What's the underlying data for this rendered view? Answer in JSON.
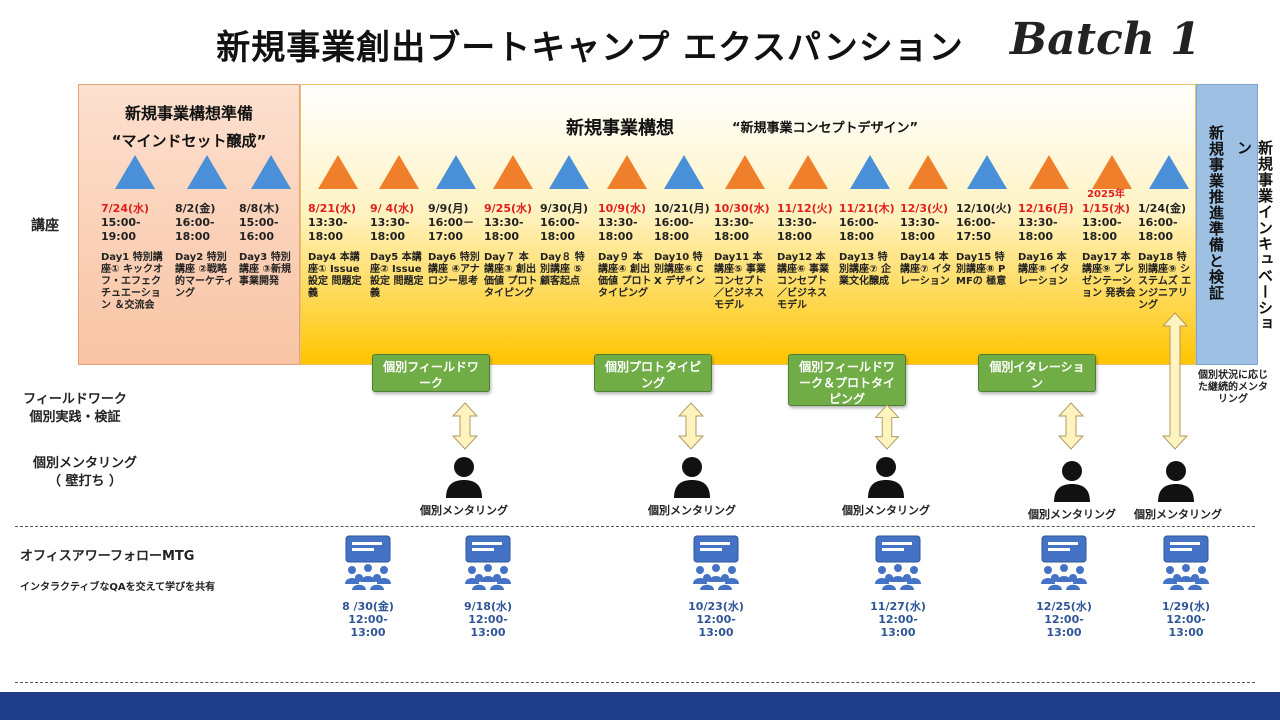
{
  "title": "新規事業創出ブートキャンプ エクスパンション",
  "batch": "Batch 1",
  "colors": {
    "blue_triangle": "#4a90d9",
    "orange_triangle": "#ef7f2a",
    "green_box": "#70ad47",
    "footer": "#1f3c88",
    "red_date": "#e0201c",
    "mtg_blue": "#2f5597"
  },
  "prep": {
    "title": "新規事業構想準備",
    "subtitle": "“マインドセット醸成”"
  },
  "main": {
    "title": "新規事業構想",
    "subtitle": "“新規事業コンセプトデザイン”"
  },
  "incubation": {
    "col1": "新規事業インキュベーション",
    "col2": "新規事業推進準備と検証"
  },
  "left": {
    "course": "講座",
    "fieldwork_1": "フィールドワーク",
    "fieldwork_2": "個別実践・検証",
    "mentoring_1": "個別メンタリング",
    "mentoring_2": "（ 壁打ち ）",
    "office_1": "オフィスアワーフォローMTG",
    "office_2": "インタラクティブなQAを交えて学びを共有"
  },
  "sessions": [
    {
      "color": "blue",
      "date": "7/24(水)",
      "red": true,
      "time1": "15:00-",
      "time2": "19:00",
      "desc": "Day1 特別講座① キックオフ・エフェクチュエーション ＆交流会"
    },
    {
      "color": "blue",
      "date": "8/2(金)",
      "red": false,
      "time1": "16:00-",
      "time2": "18:00",
      "desc": "Day2 特別講座 ②戦略的マーケティング"
    },
    {
      "color": "blue",
      "date": "8/8(木)",
      "red": false,
      "time1": "15:00-",
      "time2": "16:00",
      "desc": "Day3 特別講座 ③新規事業開発"
    },
    {
      "color": "orange",
      "date": "8/21(水)",
      "red": true,
      "time1": "13:30-",
      "time2": "18:00",
      "desc": "Day4 本講座① Issue設定 問題定義"
    },
    {
      "color": "orange",
      "date": "9/ 4(水)",
      "red": true,
      "time1": "13:30-",
      "time2": "18:00",
      "desc": "Day5 本講座② Issue設定 問題定義"
    },
    {
      "color": "blue",
      "date": "9/9(月)",
      "red": false,
      "time1": "16:00－",
      "time2": "17:00",
      "desc": "Day6 特別講座 ④アナロジー思考"
    },
    {
      "color": "orange",
      "date": "9/25(水)",
      "red": true,
      "time1": "13:30-",
      "time2": "18:00",
      "desc": "Day７ 本講座③ 創出価値 プロトタイピング"
    },
    {
      "color": "blue",
      "date": "9/30(月)",
      "red": false,
      "time1": "16:00-",
      "time2": "18:00",
      "desc": "Day８ 特別講座 ⑤ 顧客起点"
    },
    {
      "color": "orange",
      "date": "10/9(水)",
      "red": true,
      "time1": "13:30-",
      "time2": "18:00",
      "desc": "Day９ 本講座④ 創出価値 プロトタイピング"
    },
    {
      "color": "blue",
      "date": "10/21(月)",
      "red": false,
      "time1": "16:00-",
      "time2": "18:00",
      "desc": "Day10 特別講座⑥ CX デザイン"
    },
    {
      "color": "orange",
      "date": "10/30(水)",
      "red": true,
      "time1": "13:30-",
      "time2": "18:00",
      "desc": "Day11 本講座⑤ 事業コンセプト／ビジネスモデル"
    },
    {
      "color": "orange",
      "date": "11/12(火)",
      "red": true,
      "time1": "13:30-",
      "time2": "18:00",
      "desc": "Day12 本講座⑥ 事業コンセプト／ビジネスモデル"
    },
    {
      "color": "blue",
      "date": "11/21(木)",
      "red": true,
      "time1": "16:00-",
      "time2": "18:00",
      "desc": "Day13 特別講座⑦ 企業文化醸成"
    },
    {
      "color": "orange",
      "date": "12/3(火)",
      "red": true,
      "time1": "13:30-",
      "time2": "18:00",
      "desc": "Day14 本講座⑦ イタレーション"
    },
    {
      "color": "blue",
      "date": "12/10(火)",
      "red": false,
      "time1": "16:00-",
      "time2": "17:50",
      "desc": "Day15 特別講座⑧ PMFの 極意"
    },
    {
      "color": "orange",
      "date": "12/16(月)",
      "red": true,
      "time1": "13:30-",
      "time2": "18:00",
      "desc": "Day16 本講座⑧ イタレーション"
    },
    {
      "color": "orange",
      "date": "1/15(水)",
      "red": true,
      "year": "2025年",
      "time1": "13:00-",
      "time2": "18:00",
      "desc": "Day17 本講座⑨ プレゼンテーション 発表会"
    },
    {
      "color": "blue",
      "date": "1/24(金)",
      "red": false,
      "time1": "16:00-",
      "time2": "18:00",
      "desc": "Day18 特別講座⑨ システムズ エンジニアリング"
    }
  ],
  "fieldwork": [
    {
      "label": "個別フィールドワーク"
    },
    {
      "label": "個別プロトタイピング"
    },
    {
      "label": "個別フィールドワーク＆プロトタイピング"
    },
    {
      "label": "個別イタレーション"
    }
  ],
  "mentoring_label": "個別メンタリング",
  "side_note": "個別状況に応じた継続的メンタリング",
  "mtgs": [
    {
      "date": "8 /30(金)",
      "time1": "12:00-",
      "time2": "13:00"
    },
    {
      "date": "9/18(水)",
      "time1": "12:00-",
      "time2": "13:00"
    },
    {
      "date": "10/23(水)",
      "time1": "12:00-",
      "time2": "13:00"
    },
    {
      "date": "11/27(水)",
      "time1": "12:00-",
      "time2": "13:00"
    },
    {
      "date": "12/25(水)",
      "time1": "12:00-",
      "time2": "13:00"
    },
    {
      "date": "1/29(水)",
      "time1": "12:00-",
      "time2": "13:00"
    }
  ]
}
